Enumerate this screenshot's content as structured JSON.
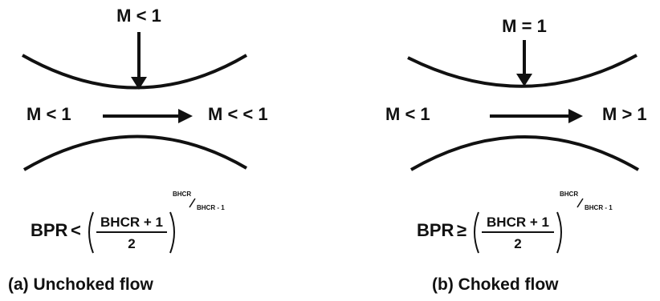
{
  "panels": [
    {
      "top_label": "M < 1",
      "inlet_label": "M < 1",
      "outlet_label": "M < < 1",
      "equation": {
        "lhs": "BPR",
        "relation": "<",
        "numerator": "BHCR + 1",
        "denominator": "2",
        "exponent_num": "BHCR",
        "exponent_den": "BHCR - 1"
      },
      "caption": "(a) Unchoked flow"
    },
    {
      "top_label": "M = 1",
      "inlet_label": "M < 1",
      "outlet_label": "M > 1",
      "equation": {
        "lhs": "BPR",
        "relation": "≥",
        "numerator": "BHCR + 1",
        "denominator": "2",
        "exponent_num": "BHCR",
        "exponent_den": "BHCR - 1"
      },
      "caption": "(b) Choked flow"
    }
  ],
  "colors": {
    "ink": "#111111",
    "background": "#ffffff"
  }
}
